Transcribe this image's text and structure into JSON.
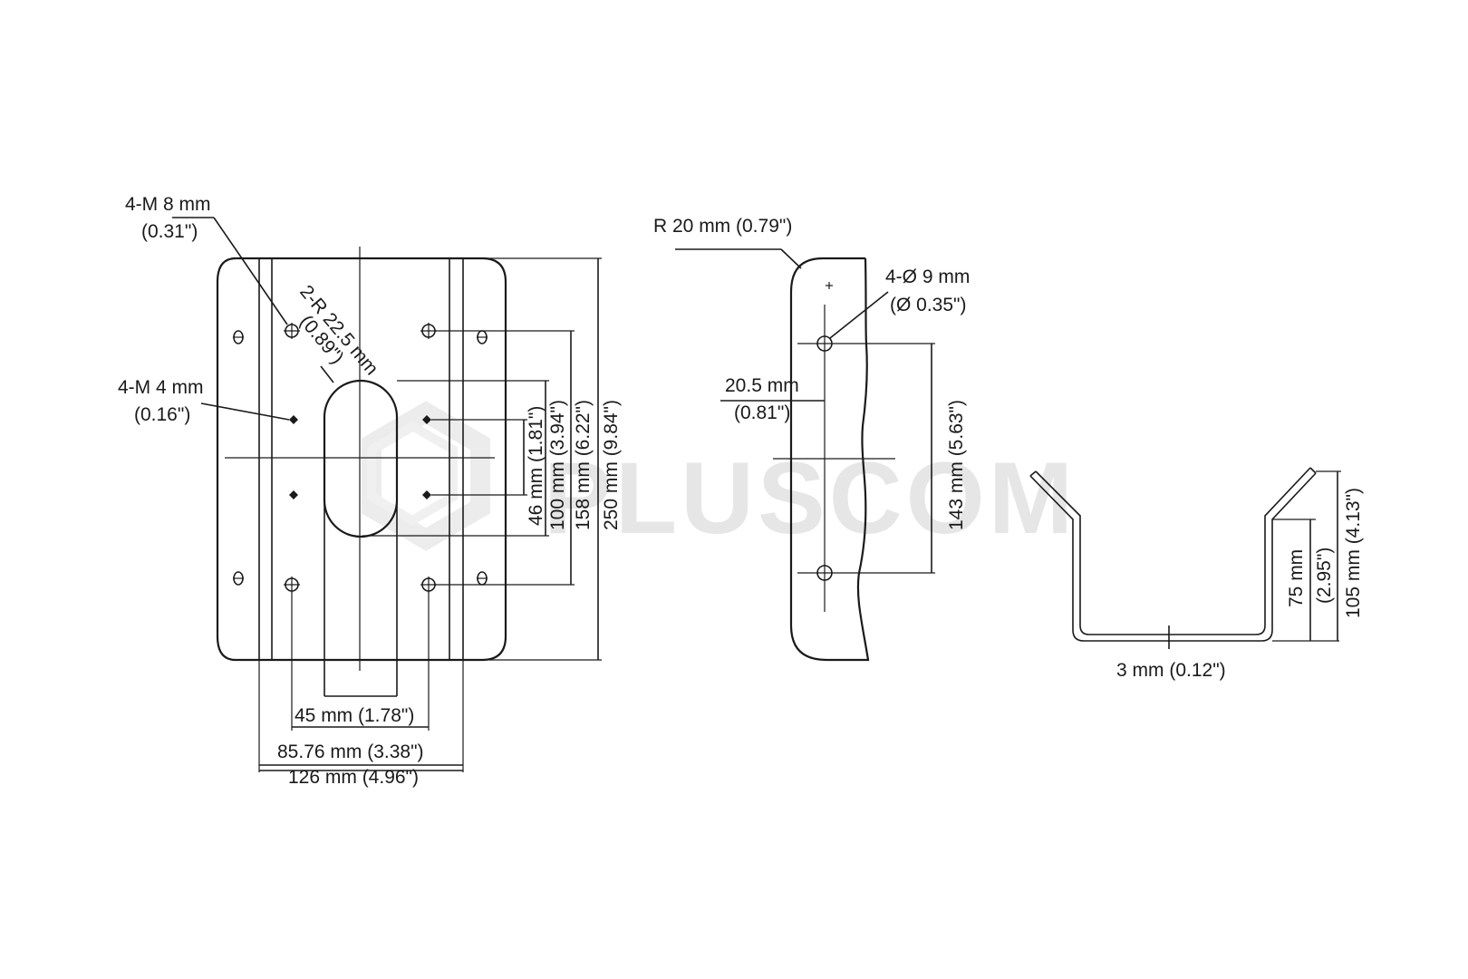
{
  "watermark": "PLUSCOM",
  "front_view": {
    "hole_m8_line1": "4-M 8 mm",
    "hole_m8_line2": "(0.31\")",
    "radius_line1": "2-R 22.5 mm",
    "radius_line2": "(0.89\")",
    "hole_m4_line1": "4-M 4 mm",
    "hole_m4_line2": "(0.16\")",
    "dim_46": "46 mm (1.81\")",
    "dim_100": "100 mm (3.94\")",
    "dim_158": "158 mm (6.22\")",
    "dim_250": "250 mm (9.84\")",
    "dim_45": "45 mm (1.78\")",
    "dim_85": "85.76 mm (3.38\")",
    "dim_126": "126 mm (4.96\")"
  },
  "side_view": {
    "radius_label": "R 20 mm (0.79\")",
    "hole_label_line1": "4-Ø 9 mm",
    "hole_label_line2": "(Ø 0.35\")",
    "offset_line1": "20.5 mm",
    "offset_line2": "(0.81\")",
    "dim_143": "143 mm (5.63\")"
  },
  "u_view": {
    "thickness": "3 mm (0.12\")",
    "dim_75_line1": "75 mm",
    "dim_75_line2": "(2.95\")",
    "dim_105": "105 mm (4.13\")"
  }
}
